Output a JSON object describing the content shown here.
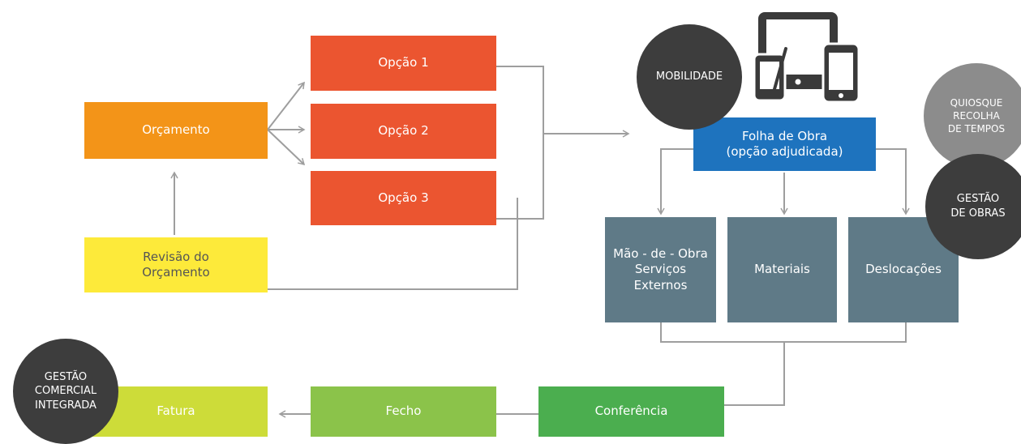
{
  "nodes": {
    "orcamento": "Orçamento",
    "opcao1": "Opção 1",
    "opcao2": "Opção 2",
    "opcao3": "Opção 3",
    "revisao": "Revisão do\nOrçamento",
    "folha": "Folha de Obra\n(opção adjudicada)",
    "mao_de_obra": "Mão - de - Obra\nServiços\nExternos",
    "materiais": "Materiais",
    "deslocacoes": "Deslocações",
    "conferencia": "Conferência",
    "fecho": "Fecho",
    "fatura": "Fatura"
  },
  "badges": {
    "mobilidade": "MOBILIDADE",
    "quiosque": "QUIOSQUE\nRECOLHA\nDE TEMPOS",
    "gestao_obras": "GESTÃO\nDE OBRAS",
    "gestao_comercial": "GESTÃO\nCOMERCIAL\nINTEGRADA"
  },
  "colors": {
    "orange": "#f39418",
    "red_orange": "#eb5530",
    "yellow": "#fdea3a",
    "blue": "#1e73be",
    "slate": "#5f7a87",
    "green": "#4bae4f",
    "light_green": "#8bc34a",
    "lime": "#cddc39",
    "dark_circle": "#3d3d3d",
    "grey_circle": "#8c8c8c",
    "connector": "#9e9e9e"
  },
  "icons": [
    "tablet-icon",
    "phone-icon"
  ]
}
